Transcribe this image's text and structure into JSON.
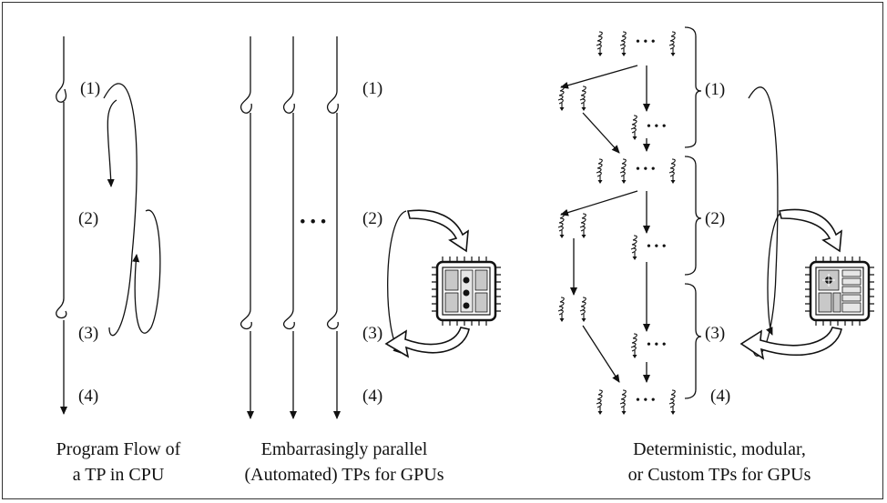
{
  "panels": [
    {
      "caption": [
        "Program Flow of",
        "a TP in CPU"
      ],
      "steps": [
        "(1)",
        "(2)",
        "(3)",
        "(4)"
      ]
    },
    {
      "caption": [
        "Embarrasingly parallel",
        "(Automated) TPs for GPUs"
      ],
      "steps": [
        "(1)",
        "(2)",
        "(3)",
        "(4)"
      ],
      "ellipsis": "• • •"
    },
    {
      "caption": [
        "Deterministic, modular,",
        "or Custom TPs for GPUs"
      ],
      "steps": [
        "(1)",
        "(2)",
        "(3)",
        "(4)"
      ],
      "ellipsis": "• • •"
    }
  ],
  "icons": [
    "thread-icon",
    "gpu-chip-icon",
    "loop-arrow-icon",
    "curved-transfer-arrow-icon"
  ]
}
